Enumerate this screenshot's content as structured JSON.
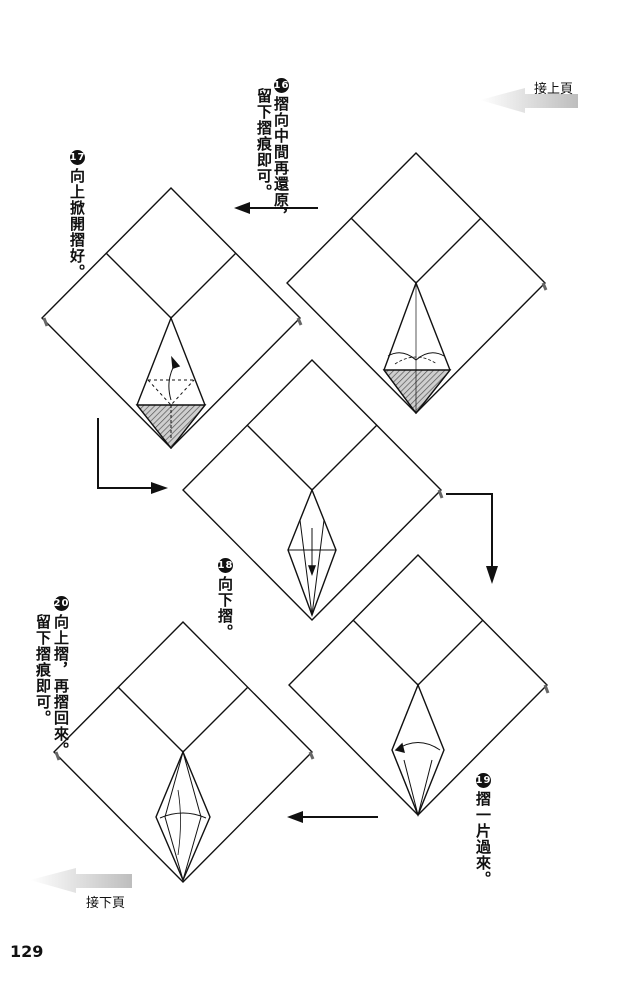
{
  "nav": {
    "prev_page": "接上頁",
    "next_page": "接下頁"
  },
  "steps": [
    {
      "number": "16",
      "col1": "摺向中間再還原，",
      "col2": "留下摺痕即可。"
    },
    {
      "number": "17",
      "col1": "向上掀開摺好。"
    },
    {
      "number": "18",
      "col1": "向下摺。"
    },
    {
      "number": "19",
      "col1": "摺一片過來。"
    },
    {
      "number": "20",
      "col1": "向上摺，再摺回來。",
      "col2": "留下摺痕即可。"
    }
  ],
  "page_number": "129"
}
